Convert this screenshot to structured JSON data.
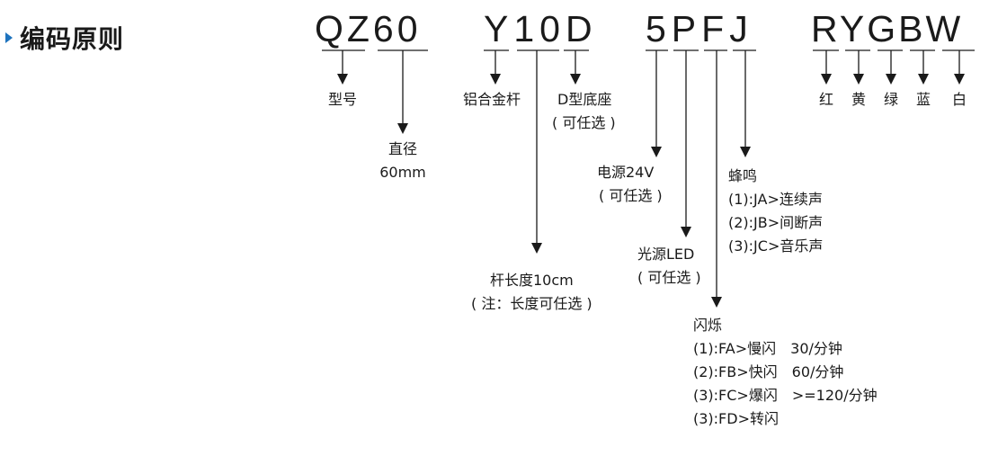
{
  "title": "编码原则",
  "code": {
    "model": "QZ60",
    "pole": "Y10D",
    "options": "5PFJ",
    "colors": "RYGBW"
  },
  "labels": {
    "model": "型号",
    "diameter": "直径",
    "diameter_value": "60mm",
    "aluminum_pole": "铝合金杆",
    "d_base": "D型底座",
    "d_base_optional": "( 可任选 )",
    "pole_length": "杆长度10cm",
    "pole_length_note": "( 注：长度可任选 )",
    "power": "电源24V",
    "power_optional": "( 可任选 )",
    "light": "光源LED",
    "light_optional": "( 可任选 )",
    "flash_title": "闪烁",
    "flash_items": [
      "(1):FA>慢闪　30/分钟",
      "(2):FB>快闪　60/分钟",
      "(3):FC>爆闪　>=120/分钟",
      "(3):FD>转闪"
    ],
    "buzzer_title": "蜂鸣",
    "buzzer_items": [
      "(1):JA>连续声",
      "(2):JB>间断声",
      "(3):JC>音乐声"
    ],
    "colors": [
      "红",
      "黄",
      "绿",
      "蓝",
      "白"
    ]
  }
}
